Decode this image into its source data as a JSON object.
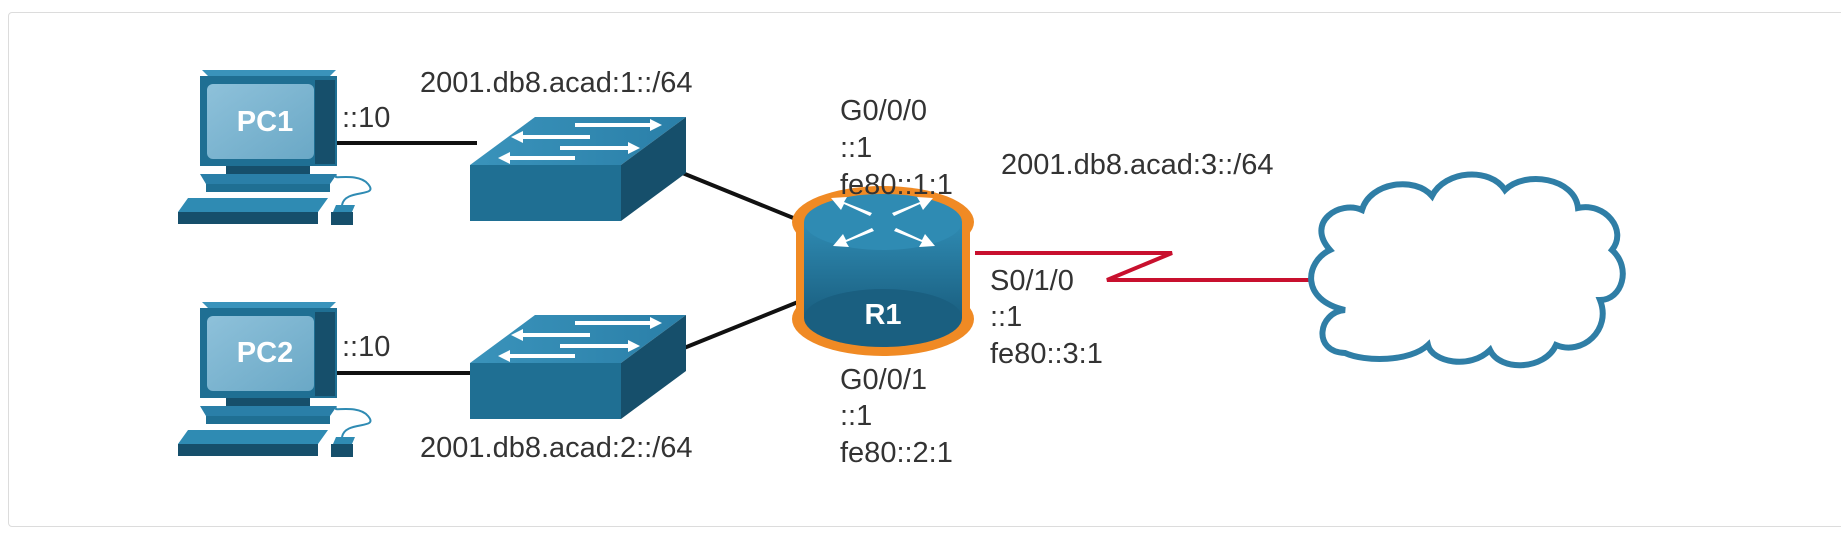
{
  "devices": {
    "pc1": "PC1",
    "pc2": "PC2",
    "router": "R1",
    "switch1_icon": "switch-icon",
    "switch2_icon": "switch-icon",
    "cloud_icon": "cloud-icon"
  },
  "addresses": {
    "pc1": "::10",
    "pc2": "::10",
    "lan1_network": "2001.db8.acad:1::/64",
    "lan2_network": "2001.db8.acad:2::/64",
    "wan_network": "2001.db8.acad:3::/64"
  },
  "interfaces": {
    "g000": {
      "name": "G0/0/0",
      "gua": "::1",
      "lla": "fe80::1:1"
    },
    "g001": {
      "name": "G0/0/1",
      "gua": "::1",
      "lla": "fe80::2:1"
    },
    "s010": {
      "name": "S0/1/0",
      "gua": "::1",
      "lla": "fe80::3:1"
    }
  },
  "colors": {
    "device_blue": "#1f6f93",
    "device_dark": "#164f6b",
    "device_light": "#2f8bb3",
    "screen": "#7fb5d0",
    "router_highlight": "#f08a24",
    "serial_link": "#c8102e",
    "ethernet_link": "#111111",
    "cloud_outline": "#2f7ea6"
  }
}
